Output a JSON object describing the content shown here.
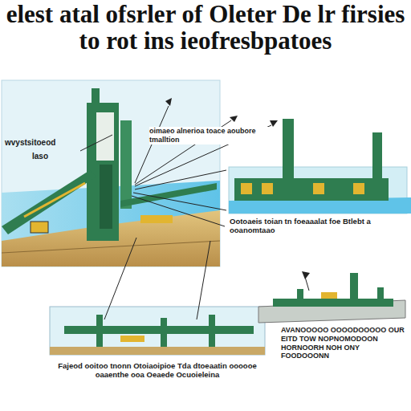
{
  "diagram": {
    "title": "elest atal ofsrler of Oleter De lr firsies to rot ins ieofresbpatoes",
    "labels": [
      "oimaeo alnerioa toace aoubore tmalltion",
      "wvystsitoeod",
      "Iaso",
      "Ootoaeis toian tn foeaaalat foe Btlebt a ooanomtaao",
      "Fajeod ooitoo tnonn Otoiaoipioe Tda dtoeaatin oooooe oaaenthe ooa Oeaede Ocuoieleina",
      "AVANOOOOO OOOODOOOOO OUR EITD TOW NOPNOMODOON HORNOORH NOH ONY FOODOOONN"
    ]
  }
}
